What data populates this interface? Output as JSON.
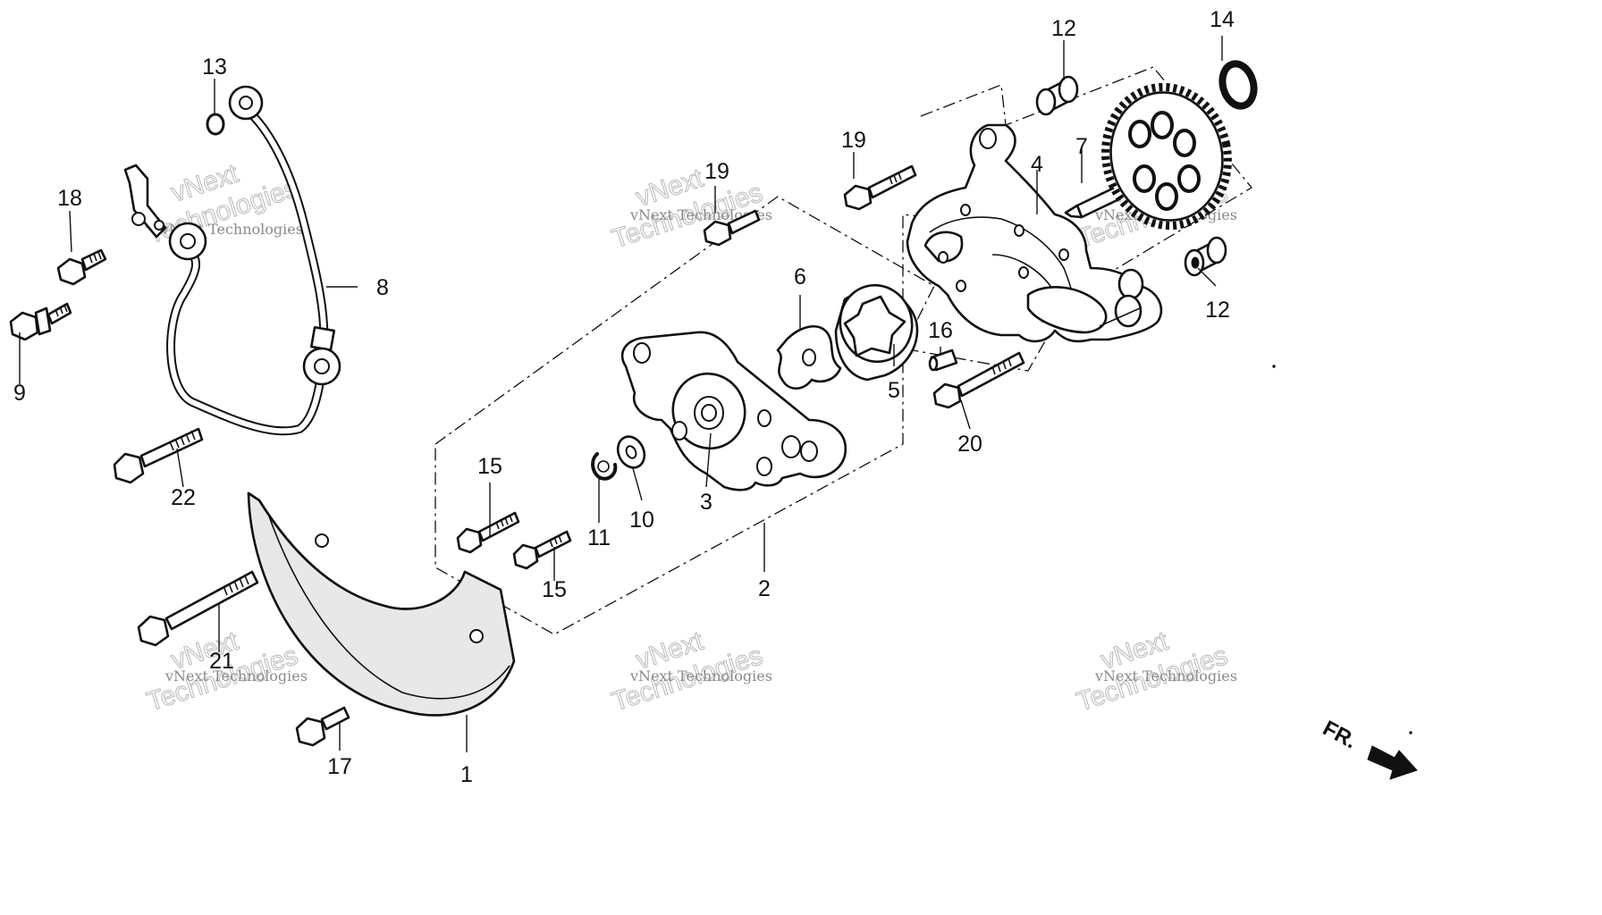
{
  "callouts": {
    "c1": "1",
    "c2": "2",
    "c3": "3",
    "c4": "4",
    "c5": "5",
    "c6": "6",
    "c7": "7",
    "c8": "8",
    "c9": "9",
    "c10": "10",
    "c11": "11",
    "c12a": "12",
    "c12b": "12",
    "c13": "13",
    "c14": "14",
    "c15a": "15",
    "c15b": "15",
    "c16": "16",
    "c17": "17",
    "c18": "18",
    "c19a": "19",
    "c19b": "19",
    "c20": "20",
    "c21": "21",
    "c22": "22"
  },
  "watermark": {
    "small_text": "vNext Technologies",
    "big_top": "vNext",
    "big_bottom": "Technologies"
  },
  "direction_label": "FR."
}
